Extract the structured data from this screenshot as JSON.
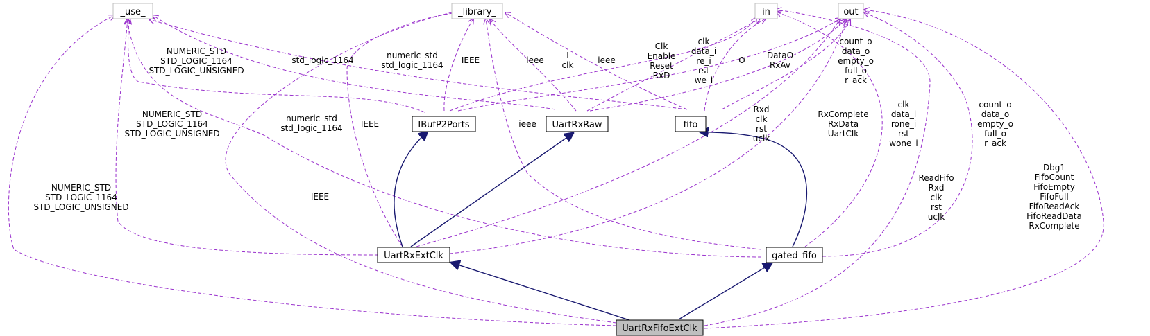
{
  "diagram": {
    "colors": {
      "dependency": "#9a32cd",
      "inheritance": "#191970",
      "ghost_border": "#bfbfbf",
      "focus_fill": "#bfbfbf"
    },
    "nodes": {
      "use": "_use_",
      "library": "_library_",
      "in": "in",
      "out": "out",
      "ibuf": "IBufP2Ports",
      "uartrxraw": "UartRxRaw",
      "fifo": "fifo",
      "uartrxextclk": "UartRxExtClk",
      "gated_fifo": "gated_fifo",
      "root": "UartRxFifoExtClk"
    },
    "edge_labels": {
      "ibuf_use": [
        "NUMERIC_STD",
        "STD_LOGIC_1164",
        "STD_LOGIC_UNSIGNED"
      ],
      "uartrxraw_use": [
        "std_logic_1164"
      ],
      "fifo_use_lib": [
        "numeric_std",
        "std_logic_1164"
      ],
      "ibuf_library": [
        "IEEE"
      ],
      "uartrxraw_library": [
        "ieee"
      ],
      "fifo_library": [
        "ieee"
      ],
      "ibuf_in": [
        "I",
        "clk"
      ],
      "uartrxraw_in": [
        "Clk",
        "Enable",
        "Reset",
        "RxD"
      ],
      "fifo_in": [
        "clk",
        "data_i",
        "re_i",
        "rst",
        "we_i"
      ],
      "ibuf_out": [
        "O"
      ],
      "uartrxraw_out": [
        "DataO",
        "RxAv"
      ],
      "fifo_out": [
        "count_o",
        "data_o",
        "empty_o",
        "full_o",
        "r_ack"
      ],
      "uartrxextclk_use": [
        "NUMERIC_STD",
        "STD_LOGIC_1164",
        "STD_LOGIC_UNSIGNED"
      ],
      "gated_use": [
        "numeric_std",
        "std_logic_1164"
      ],
      "uartrxextclk_library": [
        "IEEE"
      ],
      "gated_library": [
        "ieee"
      ],
      "uartrxextclk_in": [
        "Rxd",
        "clk",
        "rst",
        "uclk"
      ],
      "uartrxextclk_out": [
        "RxComplete",
        "RxData",
        "UartClk"
      ],
      "gated_in": [
        "clk",
        "data_i",
        "rone_i",
        "rst",
        "wone_i"
      ],
      "gated_out": [
        "count_o",
        "data_o",
        "empty_o",
        "full_o",
        "r_ack"
      ],
      "root_use": [
        "NUMERIC_STD",
        "STD_LOGIC_1164",
        "STD_LOGIC_UNSIGNED"
      ],
      "root_library": [
        "IEEE"
      ],
      "root_in": [
        "ReadFifo",
        "Rxd",
        "clk",
        "rst",
        "uclk"
      ],
      "root_out": [
        "Dbg1",
        "FifoCount",
        "FifoEmpty",
        "FifoFull",
        "FifoReadAck",
        "FifoReadData",
        "RxComplete"
      ]
    }
  }
}
